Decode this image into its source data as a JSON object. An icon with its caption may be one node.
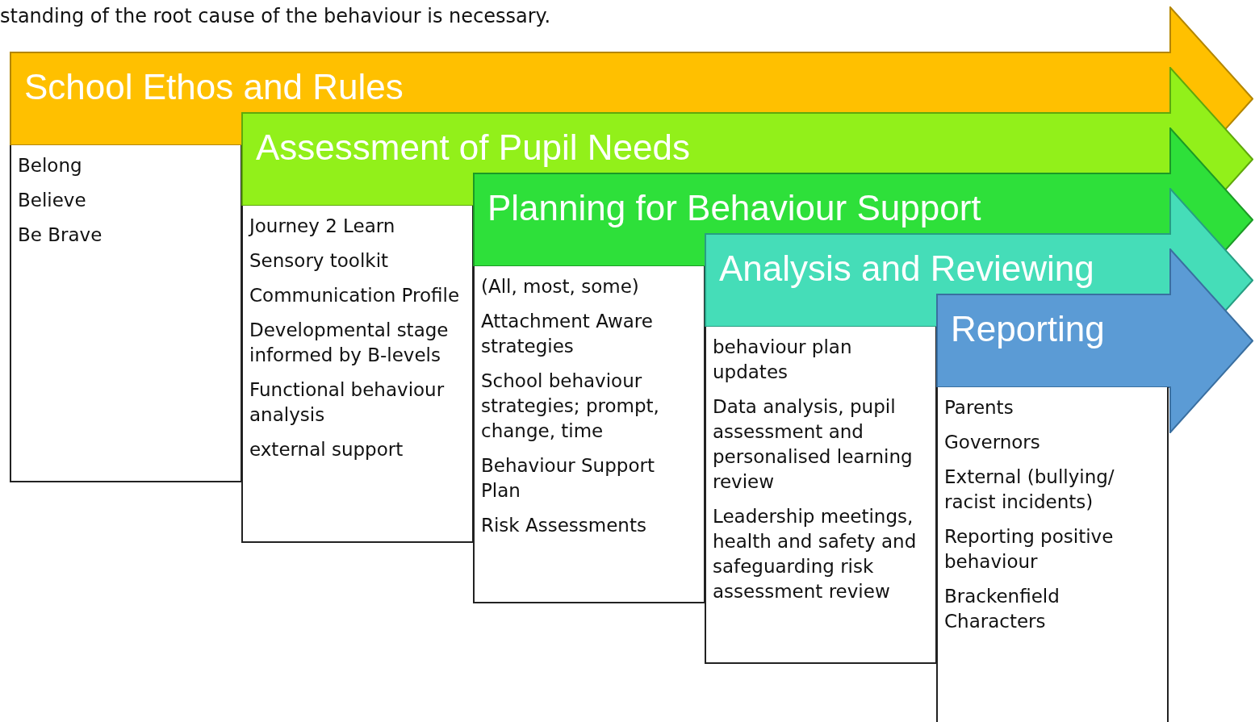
{
  "diagram": {
    "nodes": [
      {
        "text": [
          "School Ethos and Rules"
        ]
      },
      {
        "text": [
          "Belong",
          "Believe",
          "Be Brave"
        ]
      },
      {
        "text": [
          "Assessment of Pupil Needs"
        ]
      },
      {
        "text": [
          "Journey 2 Learn",
          "Sensory toolkit",
          "Communication Profile",
          "Developmental stage informed by B-levels",
          "Functional behaviour analysis",
          "external support"
        ]
      },
      {
        "text": [
          "Planning for Behaviour Support"
        ]
      },
      {
        "text": [
          "(All, most, some)",
          "Attachment Aware strategies",
          "School behaviour strategies; prompt, change, time",
          "Behaviour Support Plan",
          "Risk Assessments"
        ]
      },
      {
        "text": [
          "Analysis and Reviewing"
        ]
      },
      {
        "text": [
          "behaviour plan updates",
          "Data analysis, pupil assessment and personalised learning review",
          "Leadership meetings, health and safety and safeguarding risk assessment review"
        ]
      },
      {
        "text": [
          "Reporting"
        ]
      },
      {
        "text": [
          "Parents",
          "Governors",
          "External (bullying/ racist incidents)",
          "Reporting positive behaviour",
          "Brackenfield Characters"
        ]
      }
    ],
    "labels": [
      "standing of the root cause of the behaviour is necessary."
    ]
  }
}
